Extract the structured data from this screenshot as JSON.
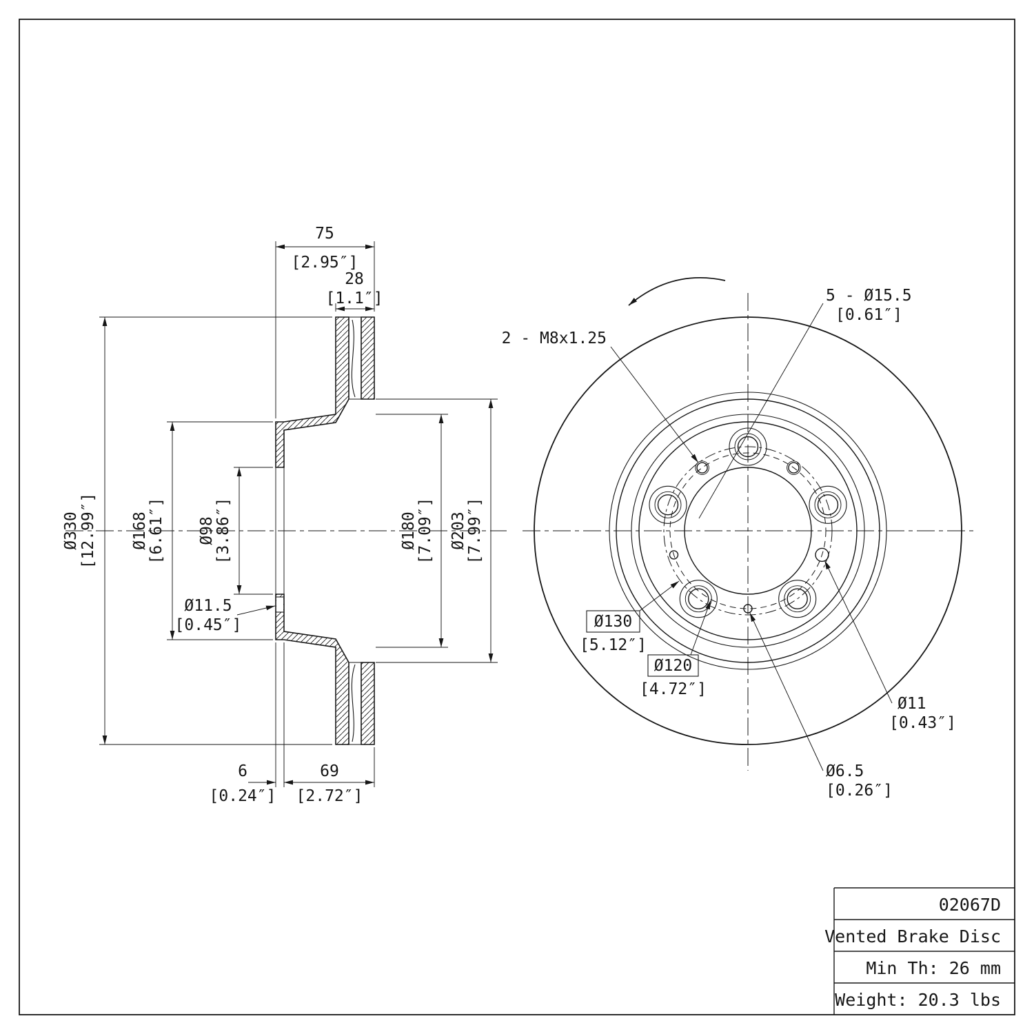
{
  "drawing": {
    "colors": {
      "line": "#161616",
      "background": "#ffffff"
    },
    "section": {
      "width75": {
        "mm": "75",
        "in": "[2.95″]"
      },
      "thk28": {
        "mm": "28",
        "in": "[1.1″]"
      },
      "od330": {
        "mm": "Ø330",
        "in": "[12.99″]"
      },
      "hat168": {
        "mm": "Ø168",
        "in": "[6.61″]"
      },
      "bore98": {
        "mm": "Ø98",
        "in": "[3.86″]"
      },
      "d180": {
        "mm": "Ø180",
        "in": "[7.09″]"
      },
      "d203": {
        "mm": "Ø203",
        "in": "[7.99″]"
      },
      "hole115": {
        "mm": "Ø11.5",
        "in": "[0.45″]"
      },
      "off6": {
        "mm": "6",
        "in": "[0.24″]"
      },
      "depth69": {
        "mm": "69",
        "in": "[2.72″]"
      }
    },
    "front": {
      "lug_holes": {
        "label": "5 - Ø15.5",
        "in": "[0.61″]"
      },
      "set_screws": {
        "label": "2 - M8x1.25"
      },
      "bc130": {
        "mm": "Ø130",
        "in": "[5.12″]"
      },
      "c120": {
        "mm": "Ø120",
        "in": "[4.72″]"
      },
      "hole11": {
        "mm": "Ø11",
        "in": "[0.43″]"
      },
      "hole65": {
        "mm": "Ø6.5",
        "in": "[0.26″]"
      }
    },
    "title_block": {
      "part_number": "02067D",
      "description": "Vented Brake Disc",
      "min_thickness": "Min Th: 26 mm",
      "weight": "Weight: 20.3 lbs"
    }
  }
}
